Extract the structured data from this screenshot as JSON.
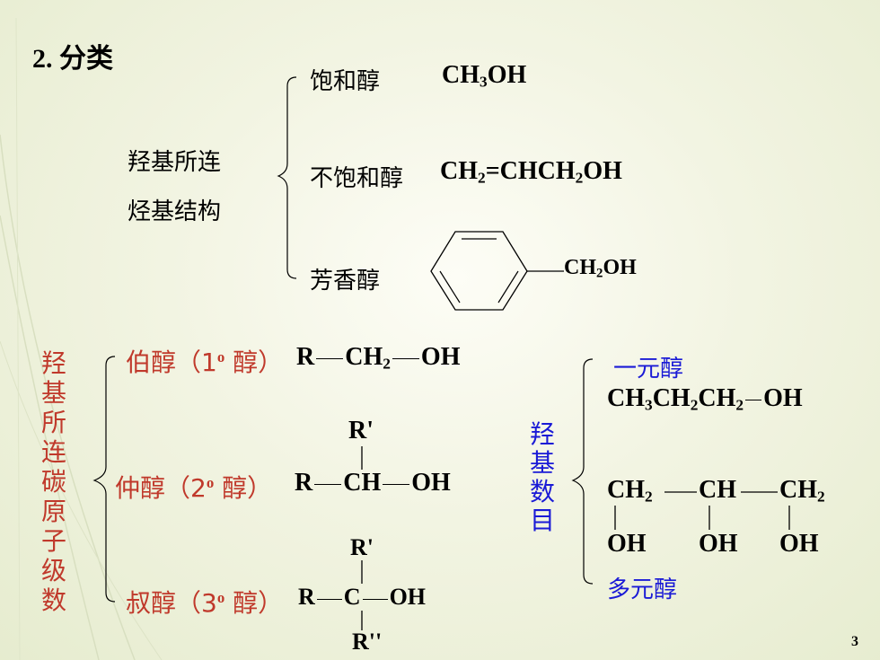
{
  "title": "2. 分类",
  "section1": {
    "label_line1": "羟基所连",
    "label_line2": "烃基结构",
    "items": [
      {
        "name": "饱和醇",
        "formula_pre": "CH",
        "sub1": "3",
        "formula_post": "OH"
      },
      {
        "name": "不饱和醇",
        "formula_pre": "CH",
        "sub1": "2",
        "mid": "=CHCH",
        "sub2": "2",
        "formula_post": "OH"
      },
      {
        "name": "芳香醇",
        "pre": "CH",
        "sub": "2",
        "post": "OH"
      }
    ]
  },
  "section2": {
    "label": "羟基所连碳原子级数",
    "primary": {
      "name": "伯醇（1",
      "deg": "o",
      "close": " 醇）",
      "r": "R",
      "c": "CH",
      "csub": "2",
      "oh": "OH"
    },
    "secondary": {
      "name": "仲醇（2",
      "deg": "o",
      "close": " 醇）",
      "r": "R",
      "c": "CH",
      "oh": "OH",
      "top": "R'"
    },
    "tertiary": {
      "name": "叔醇（3",
      "deg": "o",
      "close": " 醇）",
      "r": "R",
      "c": "C",
      "oh": "OH",
      "top": "R'",
      "bottom": "R''"
    }
  },
  "section3": {
    "label": "羟基数目",
    "mono": "一元醇",
    "mono_formula": {
      "a": "CH",
      "as": "3",
      "b": "CH",
      "bs": "2",
      "c": "CH",
      "cs": "2",
      "oh": "OH"
    },
    "poly": "多元醇",
    "poly_formula": {
      "c1": "CH",
      "c1s": "2",
      "c2": "CH",
      "c3": "CH",
      "c3s": "2",
      "oh": "OH"
    }
  },
  "page_number": "3",
  "colors": {
    "red": "#c0392b",
    "blue": "#1a1ad6"
  }
}
